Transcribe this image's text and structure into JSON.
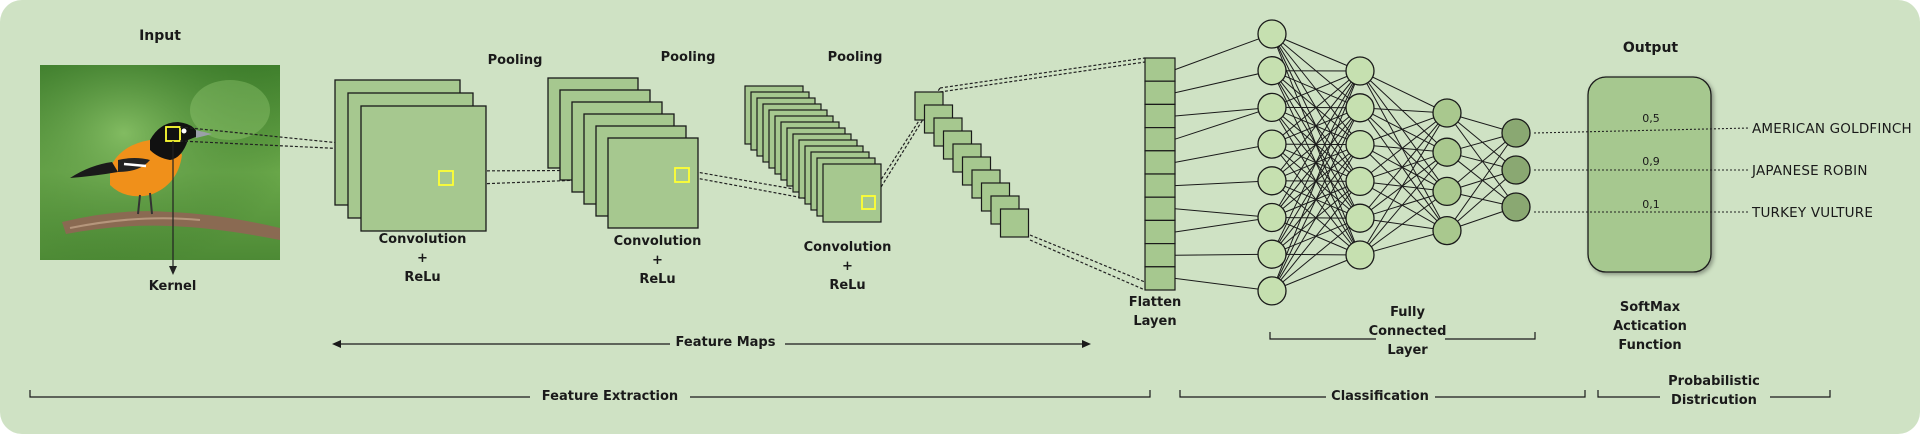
{
  "labels": {
    "input": "Input",
    "kernel": "Kernel",
    "pooling_1": "Pooling",
    "pooling_2": "Pooling",
    "pooling_3": "Pooling",
    "conv_1": [
      "Convolution",
      "+",
      "ReLu"
    ],
    "conv_2": [
      "Convolution",
      "+",
      "ReLu"
    ],
    "conv_3": [
      "Convolution",
      "+",
      "ReLu"
    ],
    "feature_maps": "Feature Maps",
    "feature_extraction": "Feature Extraction",
    "flatten": [
      "Flatten",
      "Layen"
    ],
    "fully_connected": [
      "Fully",
      "Connected",
      "Layer"
    ],
    "classification": "Classification",
    "output": "Output",
    "softmax": [
      "SoftMax",
      "Actication",
      "Function"
    ],
    "probabilistic": [
      "Probabilistic",
      "Districution"
    ]
  },
  "outputs": [
    {
      "value": "0,5",
      "class": "AMERICAN GOLDFINCH"
    },
    {
      "value": "0,9",
      "class": "JAPANESE ROBIN"
    },
    {
      "value": "0,1",
      "class": "TURKEY VULTURE"
    }
  ],
  "colors": {
    "background": "#cfe2c4",
    "feature_map_fill": "#a6c88f",
    "neuron_fill_1": "#c6e0b0",
    "neuron_fill_2": "#a9c88e",
    "neuron_fill_3": "#8aa872",
    "kernel_box": "#ffff33"
  },
  "network": {
    "flatten_cells": 10,
    "layer_sizes": [
      8,
      6,
      4,
      3
    ]
  }
}
